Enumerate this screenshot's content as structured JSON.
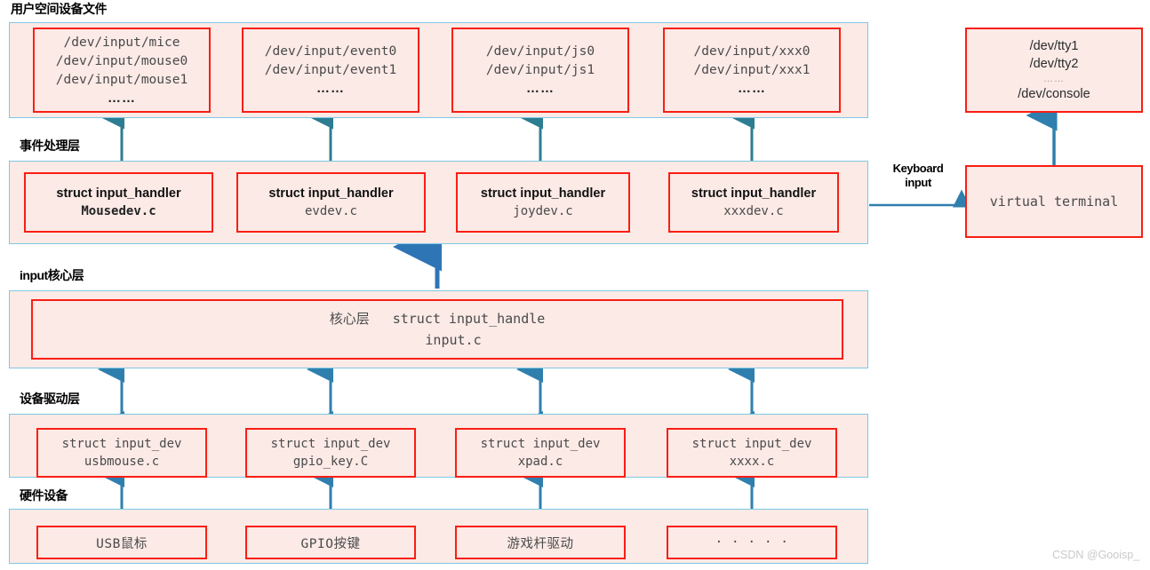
{
  "diagram": {
    "title": "Linux input subsystem layers",
    "watermark": "CSDN @Gooisp_",
    "colors": {
      "node_border": "#fa1e14",
      "node_fill": "#fbeae6",
      "band_border": "#7ec8e3",
      "arrow_blue": "#2f7fae",
      "arrow_teal": "#2c7d91",
      "arrow_core": "#2e75b6"
    }
  },
  "layers": [
    {
      "id": "userspace",
      "caption": "用户空间设备文件",
      "nodes": [
        {
          "lines": [
            "/dev/input/mice",
            "/dev/input/mouse0",
            "/dev/input/mouse1"
          ],
          "dots": "……"
        },
        {
          "lines": [
            "/dev/input/event0",
            "/dev/input/event1"
          ],
          "dots": "……"
        },
        {
          "lines": [
            "/dev/input/js0",
            "/dev/input/js1"
          ],
          "dots": "……"
        },
        {
          "lines": [
            "/dev/input/xxx0",
            "/dev/input/xxx1"
          ],
          "dots": "……"
        }
      ]
    },
    {
      "id": "event-handler",
      "caption": "事件处理层",
      "nodes": [
        {
          "struct": "struct input_handler",
          "file": "Mousedev.c",
          "bold_file": true
        },
        {
          "struct": "struct input_handler",
          "file": "evdev.c",
          "bold_file": false
        },
        {
          "struct": "struct input_handler",
          "file": "joydev.c",
          "bold_file": false
        },
        {
          "struct": "struct input_handler",
          "file": "xxxdev.c",
          "bold_file": false
        }
      ]
    },
    {
      "id": "input-core",
      "caption": "input核心层",
      "nodes": [
        {
          "line1_cjk": "核心层",
          "line1_mono": "struct input_handle",
          "line2": "input.c"
        }
      ]
    },
    {
      "id": "device-driver",
      "caption": "设备驱动层",
      "nodes": [
        {
          "struct": "struct input_dev",
          "file": "usbmouse.c"
        },
        {
          "struct": "struct input_dev",
          "file": "gpio_key.C"
        },
        {
          "struct": "struct input_dev",
          "file": "xpad.c"
        },
        {
          "struct": "struct input_dev",
          "file": "xxxx.c"
        }
      ]
    },
    {
      "id": "hardware",
      "caption": "硬件设备",
      "nodes": [
        {
          "label": "USB鼠标"
        },
        {
          "label": "GPIO按键"
        },
        {
          "label": "游戏杆驱动"
        },
        {
          "label": "· · · · ·"
        }
      ]
    }
  ],
  "side": {
    "keyboard_label_line1": "Keyboard",
    "keyboard_label_line2": "input",
    "tty_node": {
      "lines": [
        "/dev/tty1",
        "/dev/tty2"
      ],
      "dots": "……",
      "last_line": "/dev/console"
    },
    "vt_node": {
      "label": "virtual terminal"
    }
  }
}
